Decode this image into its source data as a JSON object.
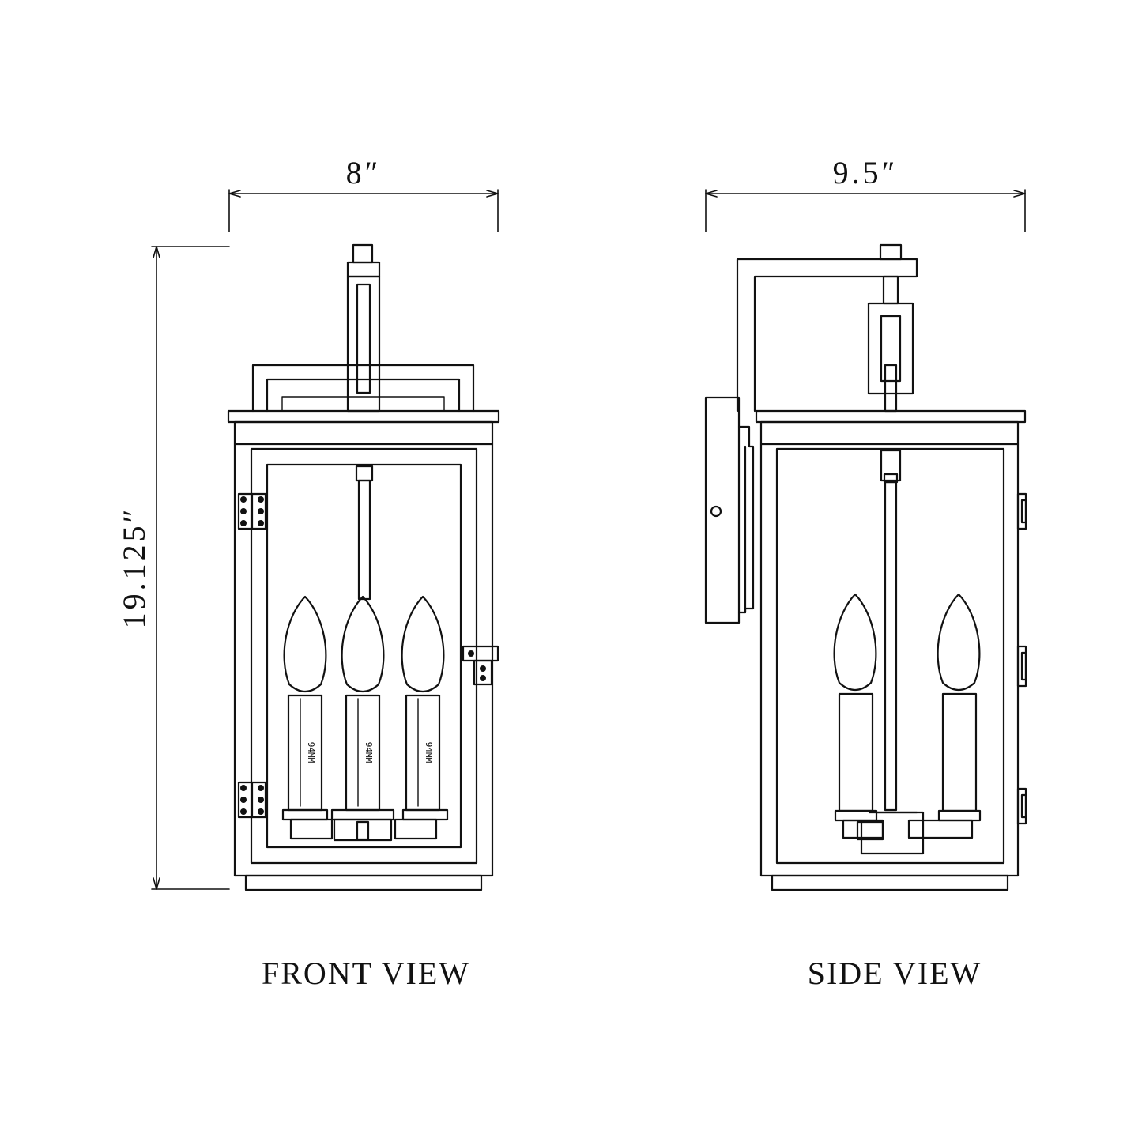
{
  "dimensions": {
    "front_width": "8″",
    "side_width": "9.5″",
    "height": "19.125″"
  },
  "views": {
    "front": "FRONT VIEW",
    "side": "SIDE VIEW"
  },
  "candle_label": "94MM",
  "colors": {
    "line": "#111111",
    "background": "#ffffff"
  }
}
